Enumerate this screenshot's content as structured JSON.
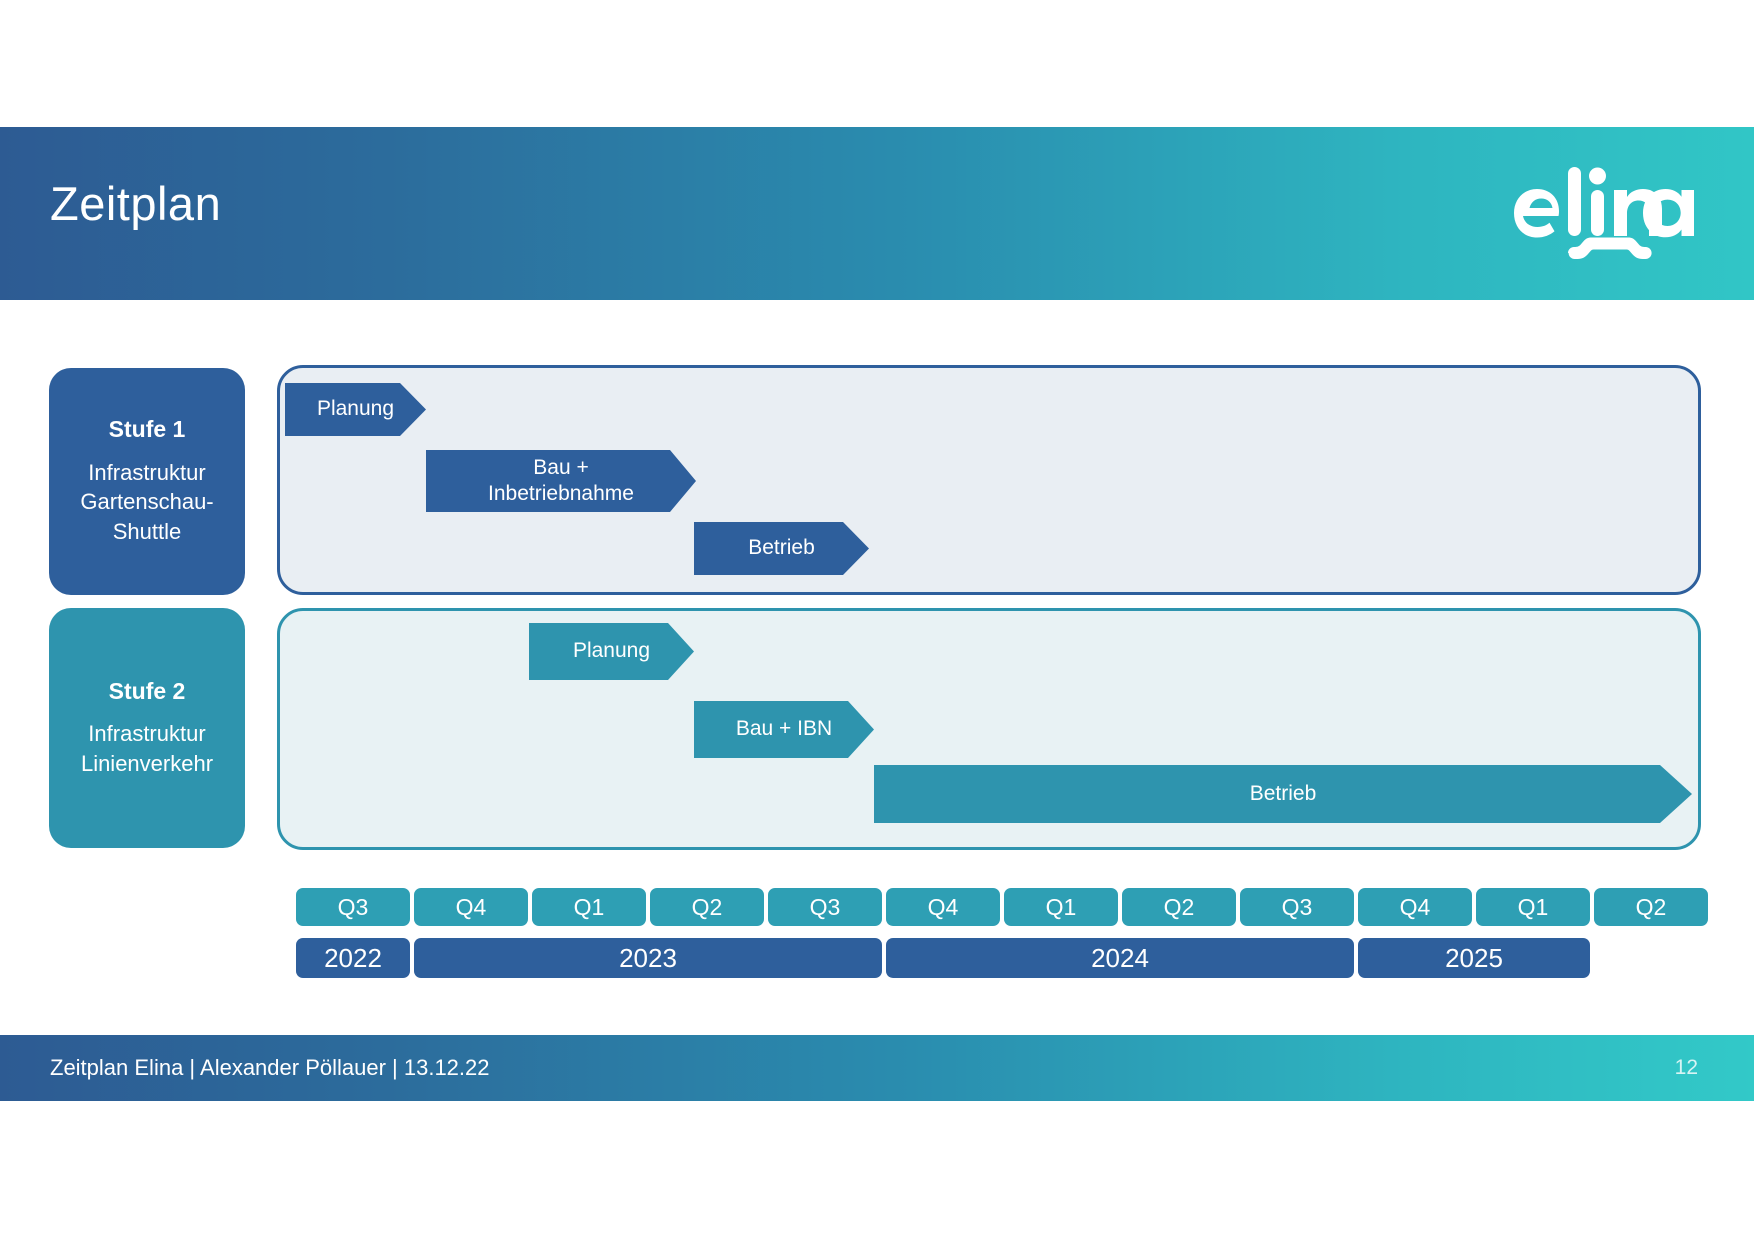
{
  "header": {
    "title": "Zeitplan",
    "logo_text": "elina",
    "gradient_from": "#2D5B93",
    "gradient_to": "#31C6C6"
  },
  "footer": {
    "text": "Zeitplan Elina | Alexander Pöllauer | 13.12.22",
    "page_number": "12"
  },
  "colors": {
    "stage1": "#2E5F9C",
    "stage2": "#2E94AE",
    "lane1_fill": "#E9EEF3",
    "lane2_fill": "#E8F2F4",
    "quarter": "#2E9FB4",
    "year": "#2E5F9C"
  },
  "stages": [
    {
      "title": "Stufe 1",
      "subtitle": "Infrastruktur\nGartenschau-\nShuttle",
      "subtitle_lines": [
        "Infrastruktur",
        "Gartenschau-",
        "Shuttle"
      ],
      "color": "#2E5F9C",
      "bars": [
        {
          "label": "Planung",
          "shape": "arrow"
        },
        {
          "label": "Bau +\nInbetriebnahme",
          "label_line1": "Bau +",
          "label_line2": "Inbetriebnahme",
          "shape": "arrow"
        },
        {
          "label": "Betrieb",
          "shape": "arrow"
        }
      ]
    },
    {
      "title": "Stufe 2",
      "subtitle": "Infrastruktur\nLinienverkehr",
      "subtitle_lines": [
        "Infrastruktur",
        "Linienverkehr"
      ],
      "color": "#2E94AE",
      "bars": [
        {
          "label": "Planung",
          "shape": "arrow"
        },
        {
          "label": "Bau + IBN",
          "shape": "arrow"
        },
        {
          "label": "Betrieb",
          "shape": "arrow"
        }
      ]
    }
  ],
  "chart_data": {
    "type": "bar",
    "title": "Zeitplan",
    "chart_kind": "gantt",
    "categories": [
      "Q3 2022",
      "Q4 2022",
      "Q1 2023",
      "Q2 2023",
      "Q3 2023",
      "Q4 2023",
      "Q1 2024",
      "Q2 2024",
      "Q3 2024",
      "Q4 2024",
      "Q1 2025",
      "Q2 2025"
    ],
    "quarters": [
      "Q3",
      "Q4",
      "Q1",
      "Q2",
      "Q3",
      "Q4",
      "Q1",
      "Q2",
      "Q3",
      "Q4",
      "Q1",
      "Q2"
    ],
    "years": [
      {
        "label": "2022",
        "span": 1
      },
      {
        "label": "2023",
        "span": 4
      },
      {
        "label": "2024",
        "span": 4
      },
      {
        "label": "2025",
        "span": 2
      }
    ],
    "series": [
      {
        "name": "Stufe 1 - Infrastruktur Gartenschau-Shuttle",
        "color": "#2E5F9C",
        "tasks": [
          {
            "name": "Planung",
            "start_quarter": "Q3 2022",
            "end_quarter": "Q4 2022",
            "start_index": 0,
            "end_index": 1
          },
          {
            "name": "Bau + Inbetriebnahme",
            "start_quarter": "Q1 2023",
            "end_quarter": "Q2 2023",
            "start_index": 2,
            "end_index": 4
          },
          {
            "name": "Betrieb",
            "start_quarter": "Q3 2023",
            "end_quarter": "Q3 2023",
            "start_index": 4,
            "end_index": 5
          }
        ]
      },
      {
        "name": "Stufe 2 - Infrastruktur Linienverkehr",
        "color": "#2E94AE",
        "tasks": [
          {
            "name": "Planung",
            "start_quarter": "Q1 2023",
            "end_quarter": "Q1 2023",
            "start_index": 2,
            "end_index": 3
          },
          {
            "name": "Bau + IBN",
            "start_quarter": "Q3 2023",
            "end_quarter": "Q3 2023",
            "start_index": 4,
            "end_index": 5
          },
          {
            "name": "Betrieb",
            "start_quarter": "Q1 2024",
            "end_quarter": "Q2 2025",
            "start_index": 6,
            "end_index": 12
          }
        ]
      }
    ],
    "xlabel": "",
    "ylabel": "",
    "legend": []
  }
}
